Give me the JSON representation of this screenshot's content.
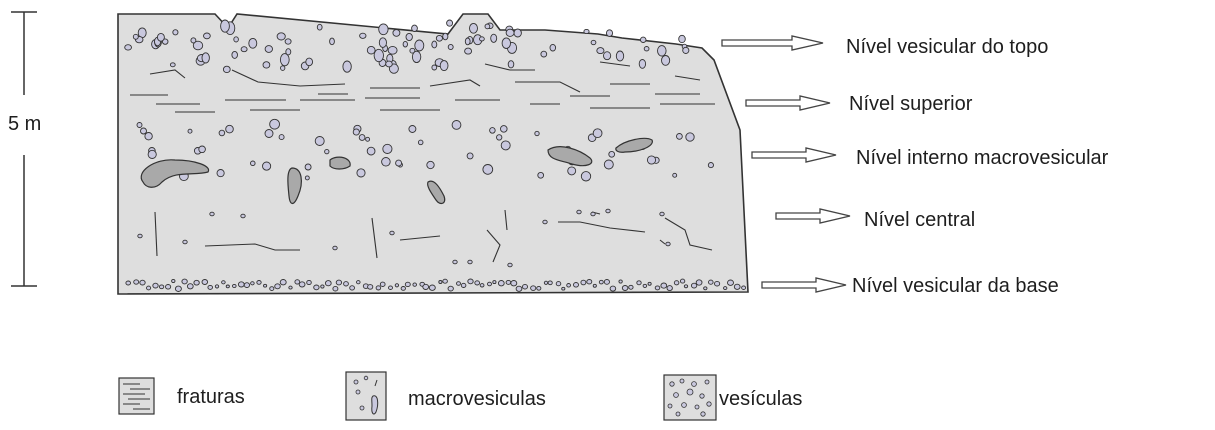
{
  "scale": {
    "label": "5 m"
  },
  "levels": [
    {
      "id": "top",
      "label": "Nível vesicular do topo"
    },
    {
      "id": "upper",
      "label": "Nível superior"
    },
    {
      "id": "macro",
      "label": "Nível interno macrovesicular"
    },
    {
      "id": "central",
      "label": "Nível central"
    },
    {
      "id": "base",
      "label": "Nível vesicular da base"
    }
  ],
  "legend": [
    {
      "id": "fractures",
      "label": "fraturas",
      "icon": "fractures-swatch-icon"
    },
    {
      "id": "macrovesicles",
      "label": "macrovesiculas",
      "icon": "macrovesicles-swatch-icon"
    },
    {
      "id": "vesicles",
      "label": "vesículas",
      "icon": "vesicles-swatch-icon"
    }
  ],
  "colors": {
    "flow_fill": "#dedede",
    "outline": "#333333",
    "vesicle_fill": "#c9c8de",
    "macrovesicle_fill": "#a9a9a9",
    "arrow_stroke": "#444444"
  }
}
